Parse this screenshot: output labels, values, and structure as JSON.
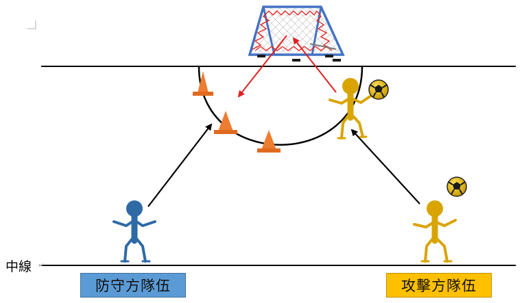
{
  "labels": {
    "midline": "中線",
    "defend_team": "防守方隊伍",
    "attack_team": "攻擊方隊伍"
  },
  "colors": {
    "defender": "#2e6aa6",
    "attacker": "#d9a400",
    "cone": "#ed7d31",
    "goal_frame": "#4472c4",
    "rebound_net": "#e02020",
    "line": "#000000",
    "arrow_red": "#e02020",
    "defend_label_bg": "#5b9bd5",
    "attack_label_bg": "#ffc000"
  },
  "icons": {
    "goal": "rebound-net-goal-icon",
    "ball": "ball-icon",
    "cone": "cone-icon",
    "player": "player-icon"
  }
}
